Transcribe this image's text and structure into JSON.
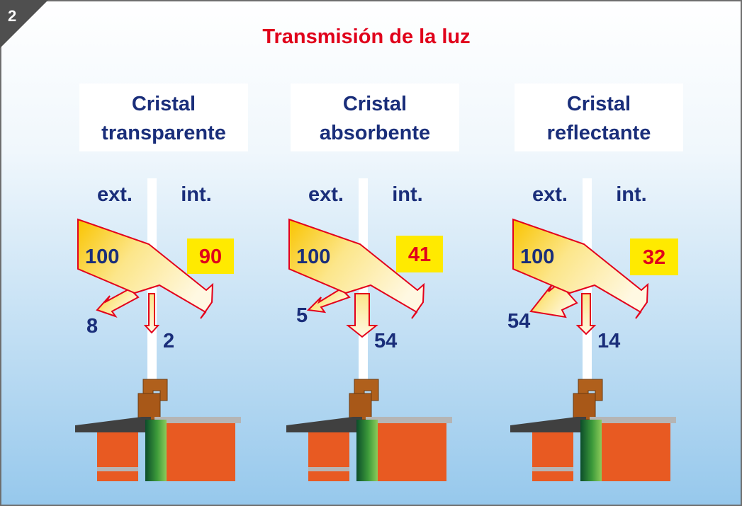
{
  "slide_number": "2",
  "title": "Transmisión de la luz",
  "colors": {
    "title": "#E0001B",
    "label_text": "#1A2E7A",
    "value_text": "#1A2E7A",
    "transmitted_box": "#FFEA00",
    "transmitted_text": "#E0001B",
    "arrow_outline": "#E3001B",
    "arrow_fill_start": "#F9C400",
    "arrow_fill_end": "#FFF6DA",
    "background_top": "#FFFFFF",
    "background_bottom": "#96C8EC"
  },
  "panels": [
    {
      "heading_line1": "Cristal",
      "heading_line2": "transparente",
      "ext_label": "ext.",
      "int_label": "int.",
      "incident": "100",
      "transmitted": "90",
      "reflected": "8",
      "absorbed": "2"
    },
    {
      "heading_line1": "Cristal",
      "heading_line2": "absorbente",
      "ext_label": "ext.",
      "int_label": "int.",
      "incident": "100",
      "transmitted": "41",
      "reflected": "5",
      "absorbed": "54"
    },
    {
      "heading_line1": "Cristal",
      "heading_line2": "reflectante",
      "ext_label": "ext.",
      "int_label": "int.",
      "incident": "100",
      "transmitted": "32",
      "reflected": "54",
      "absorbed": "14"
    }
  ]
}
